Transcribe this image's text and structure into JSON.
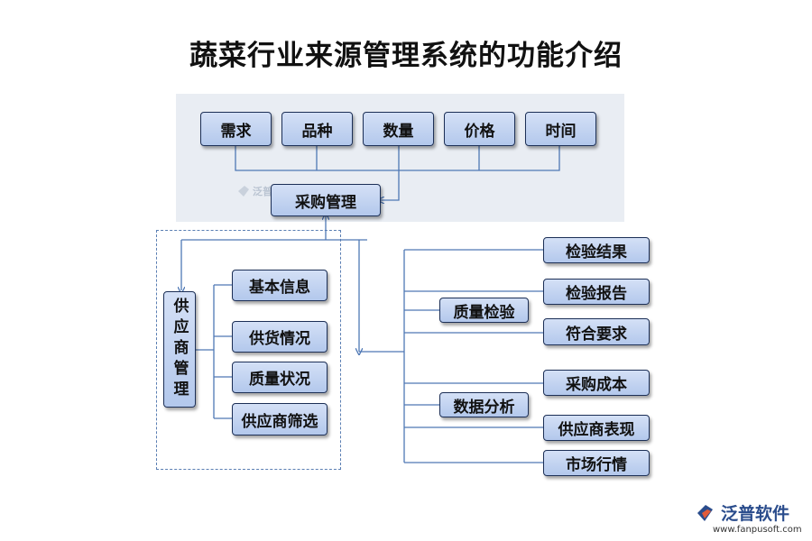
{
  "title": "蔬菜行业来源管理系统的功能介绍",
  "top_row": [
    "需求",
    "品种",
    "数量",
    "价格",
    "时间"
  ],
  "purchase": "采购管理",
  "supplier": {
    "main": "供应商管理",
    "items": [
      "基本信息",
      "供货情况",
      "质量状况",
      "供应商筛选"
    ]
  },
  "quality": {
    "main": "质量检验",
    "items": [
      "检验结果",
      "检验报告",
      "符合要求"
    ]
  },
  "analysis": {
    "main": "数据分析",
    "items": [
      "采购成本",
      "供应商表现",
      "市场行情"
    ]
  },
  "watermark": "泛普软件",
  "logo": {
    "name": "泛普软件",
    "url": "www.fanpusoft.com"
  },
  "colors": {
    "node_fill": "#c3d4f1",
    "node_border": "#1c2f56",
    "line": "#4f78b5",
    "panel": "#e9edf3"
  }
}
